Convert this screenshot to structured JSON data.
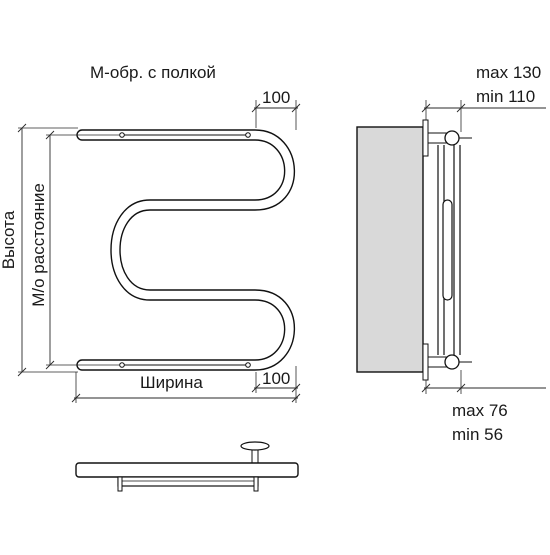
{
  "labels": {
    "title": "М-обр. с полкой",
    "height": "Высота",
    "center_distance": "М/о расстояние",
    "width": "Ширина",
    "offset_top": "100",
    "offset_bottom": "100",
    "depth_max": "max 130",
    "depth_min": "min 110",
    "wall_max": "max 76",
    "wall_min": "min 56"
  },
  "colors": {
    "shelf_fill": "#d9d9d9",
    "line": "#111111"
  }
}
